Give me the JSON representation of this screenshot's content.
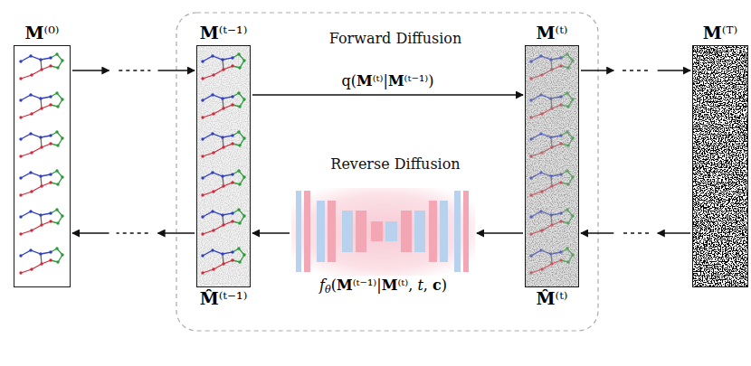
{
  "diagram": {
    "nodes": [
      {
        "text": [
          "M⁽⁰⁾"
        ]
      },
      {
        "text": [
          "M⁽ᵗ⁻¹⁾",
          "M̂⁽ᵗ⁻¹⁾"
        ]
      },
      {
        "text": [
          "M⁽ᵗ⁾",
          "M̂⁽ᵗ⁾"
        ]
      },
      {
        "text": [
          "M⁽ᵀ⁾"
        ]
      },
      {
        "text": [
          "fθ(M⁽ᵗ⁻¹⁾|M⁽ᵗ⁾, t, c)"
        ]
      }
    ],
    "edges": [
      {
        "from": 0,
        "to": 1,
        "arrow": "to"
      },
      {
        "from": 1,
        "to": 0,
        "arrow": "to"
      },
      {
        "from": 1,
        "to": 2,
        "arrow": "to",
        "label": "q(M⁽ᵗ⁾|M⁽ᵗ⁻¹⁾)"
      },
      {
        "from": 2,
        "to": 4,
        "arrow": "to"
      },
      {
        "from": 4,
        "to": 1,
        "arrow": "to"
      },
      {
        "from": 2,
        "to": 3,
        "arrow": "to"
      },
      {
        "from": 3,
        "to": 2,
        "arrow": "to"
      }
    ],
    "labels": [
      "Forward Diffusion",
      "Reverse Diffusion"
    ]
  }
}
